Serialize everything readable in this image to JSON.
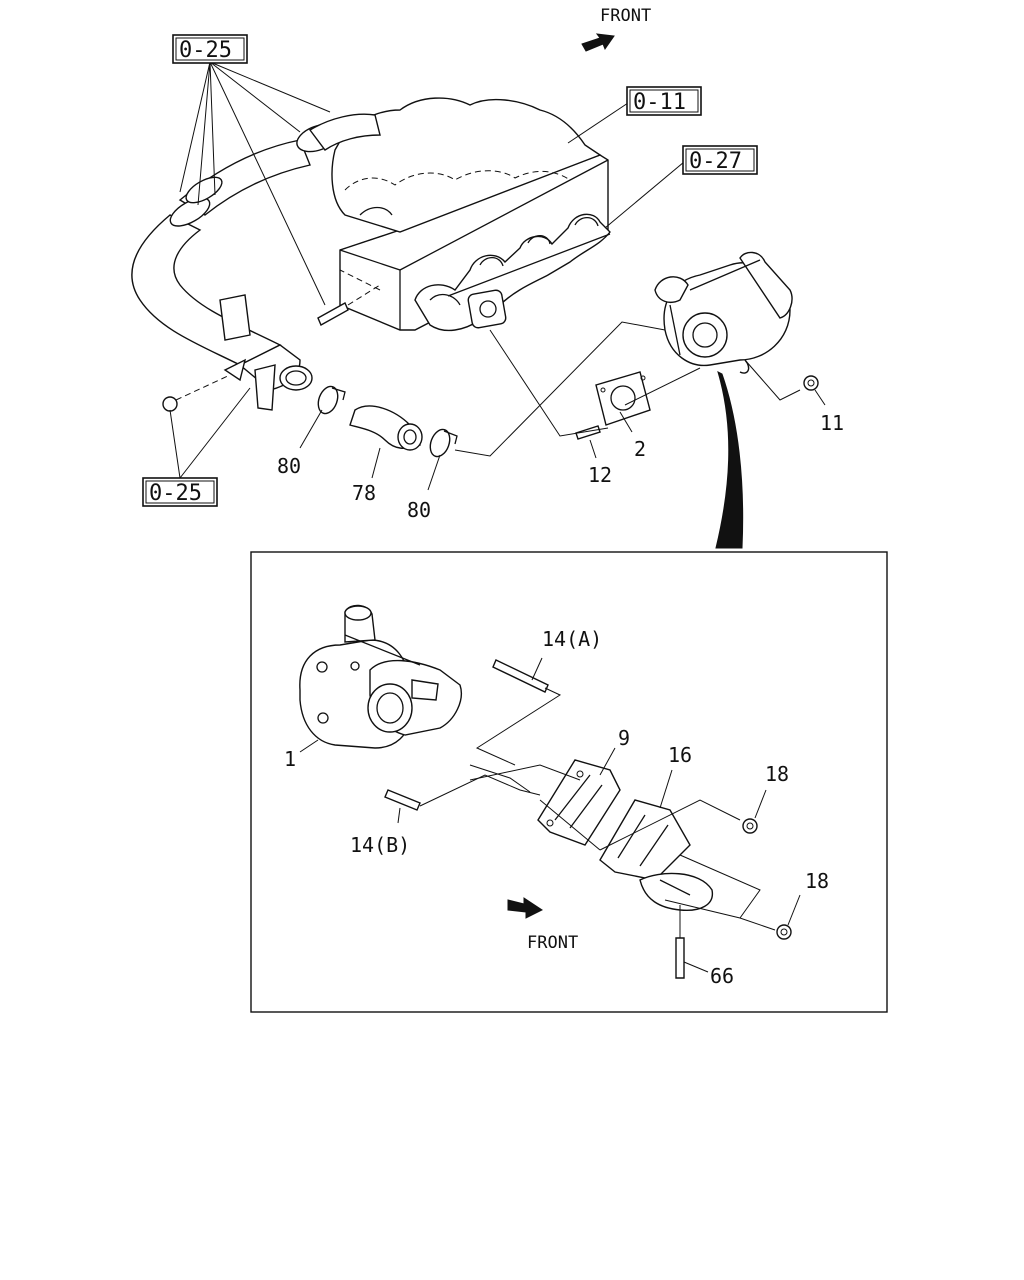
{
  "front_labels": {
    "top": "FRONT",
    "detail": "FRONT"
  },
  "reference_boxes": {
    "r1": "0-25",
    "r2": "0-11",
    "r3": "0-27",
    "r4": "0-25"
  },
  "callouts": {
    "c11": "11",
    "c2": "2",
    "c12": "12",
    "c80a": "80",
    "c78": "78",
    "c80b": "80",
    "c14a": "14(A)",
    "c1": "1",
    "c9": "9",
    "c16": "16",
    "c18a": "18",
    "c14b": "14(B)",
    "c18b": "18",
    "c66": "66"
  }
}
